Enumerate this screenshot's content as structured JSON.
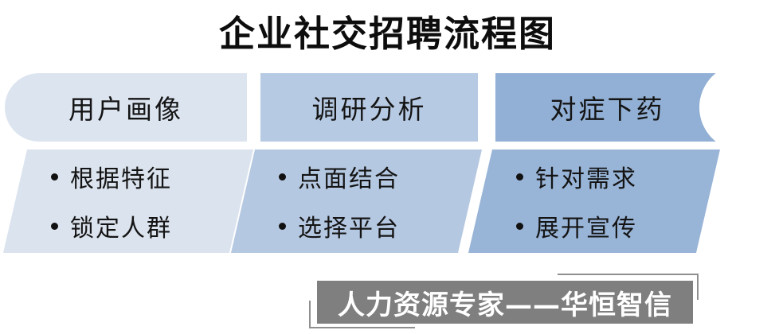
{
  "title": "企业社交招聘流程图",
  "columns": [
    {
      "header": "用户画像",
      "items": [
        "根据特征",
        "锁定人群"
      ],
      "header_color": "#dce4f0",
      "body_color": "#dbe3ee"
    },
    {
      "header": "调研分析",
      "items": [
        "点面结合",
        "选择平台"
      ],
      "header_color": "#b7cae3",
      "body_color": "#b5c8e1"
    },
    {
      "header": "对症下药",
      "items": [
        "针对需求",
        "展开宣传"
      ],
      "header_color": "#92b0d5",
      "body_color": "#98b4d7"
    }
  ],
  "footer": {
    "label": "人力资源专家——华恒智信",
    "bg_color": "#7f7f7f",
    "text_color": "#ffffff",
    "bracket_color": "#8f8f8f"
  },
  "text_color": "#141414",
  "background_color": "#ffffff"
}
